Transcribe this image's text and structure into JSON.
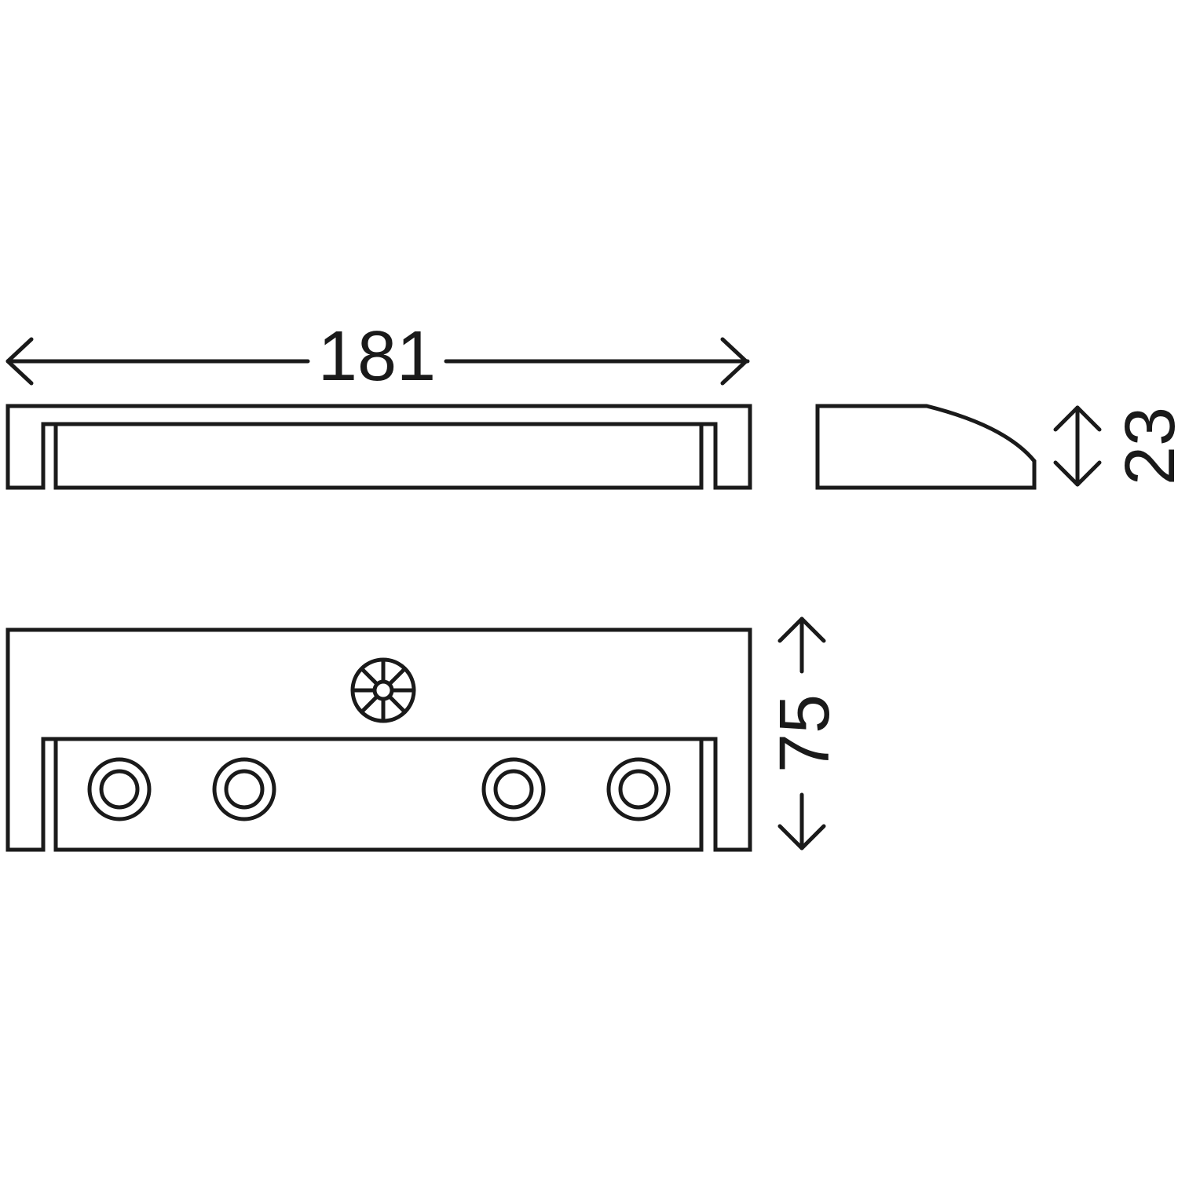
{
  "dimensions": {
    "width": "181",
    "height": "23",
    "depth": "75"
  },
  "colors": {
    "line": "#1a1a1a",
    "background": "#ffffff"
  }
}
